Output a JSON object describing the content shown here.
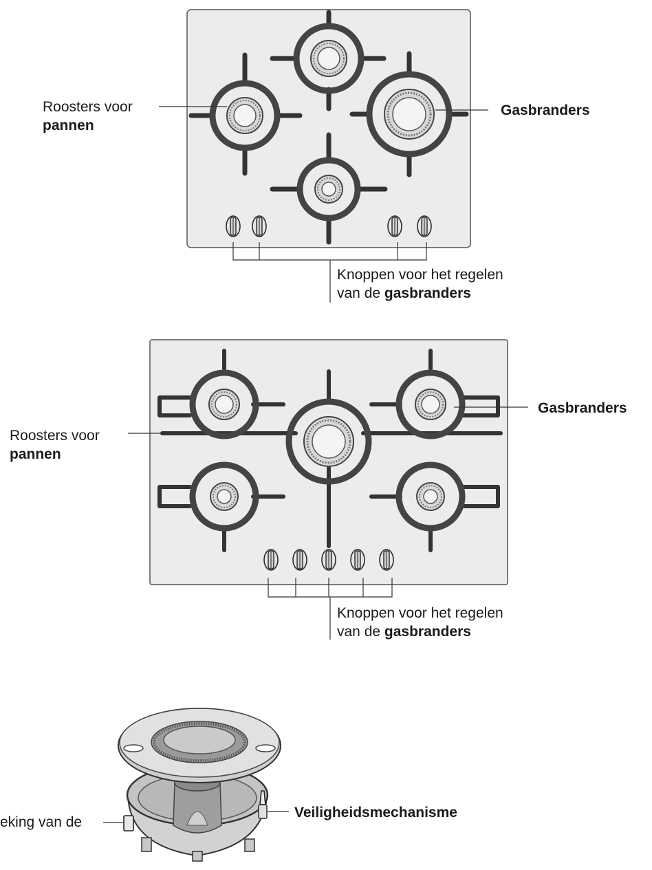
{
  "hob1": {
    "label_grids_line1": "Roosters voor",
    "label_grids_line2": "pannen",
    "label_burners": "Gasbranders",
    "label_knobs_line1": "Knoppen voor het regelen",
    "label_knobs_line2a": "van de ",
    "label_knobs_line2b": "gasbranders"
  },
  "hob2": {
    "label_grids_line1": "Roosters voor",
    "label_grids_line2": "pannen",
    "label_burners": "Gasbranders",
    "label_knobs_line1": "Knoppen voor het regelen",
    "label_knobs_line2a": "van de ",
    "label_knobs_line2b": "gasbranders"
  },
  "burner_detail": {
    "label_left": "eking van de",
    "label_safety": "Veiligheidsmechanisme"
  }
}
